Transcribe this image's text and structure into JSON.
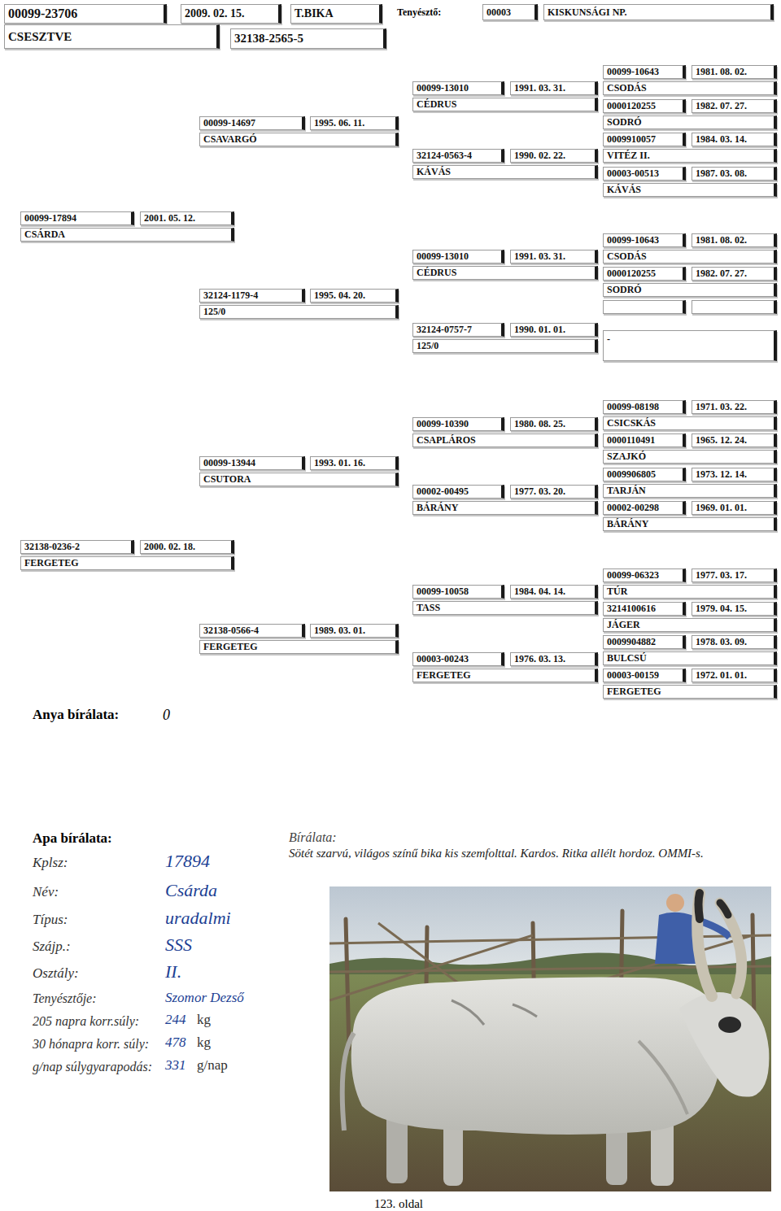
{
  "diagram": {
    "nodes": [
      {
        "text": [
          "00099-23706"
        ]
      },
      {
        "text": [
          "2009. 02. 15."
        ]
      },
      {
        "text": [
          "T.BIKA"
        ]
      },
      {
        "text": [
          "00003"
        ]
      },
      {
        "text": [
          "KISKUNSÁGI NP."
        ]
      },
      {
        "text": [
          "CSESZTVE"
        ]
      },
      {
        "text": [
          "32138-2565-5"
        ]
      },
      {
        "text": [
          "00099-17894",
          "2001. 05. 12.",
          "CSÁRDA"
        ]
      },
      {
        "text": [
          "00099-14697",
          "1995. 06. 11.",
          "CSAVARGÓ"
        ]
      },
      {
        "text": [
          "00099-13010",
          "1991. 03. 31.",
          "CÉDRUS"
        ]
      },
      {
        "text": [
          "00099-10643",
          "1981. 08. 02.",
          "CSODÁS"
        ]
      },
      {
        "text": [
          "0000120255",
          "1982. 07. 27.",
          "SODRÓ"
        ]
      },
      {
        "text": [
          "32124-0563-4",
          "1990. 02. 22.",
          "KÁVÁS"
        ]
      },
      {
        "text": [
          "0009910057",
          "1984. 03. 14.",
          "VITÉZ II."
        ]
      },
      {
        "text": [
          "00003-00513",
          "1987. 03. 08.",
          "KÁVÁS"
        ]
      },
      {
        "text": [
          "32124-1179-4",
          "1995. 04. 20.",
          "125/0"
        ]
      },
      {
        "text": [
          "00099-13010",
          "1991. 03. 31.",
          "CÉDRUS"
        ]
      },
      {
        "text": [
          "00099-10643",
          "1981. 08. 02.",
          "CSODÁS"
        ]
      },
      {
        "text": [
          "0000120255",
          "1982. 07. 27.",
          "SODRÓ"
        ]
      },
      {
        "text": [
          "32124-0757-7",
          "1990. 01. 01.",
          "125/0"
        ]
      },
      {
        "text": [
          "-"
        ]
      },
      {
        "text": [
          "32138-0236-2",
          "2000. 02. 18.",
          "FERGETEG"
        ]
      },
      {
        "text": [
          "00099-13944",
          "1993. 01. 16.",
          "CSUTORA"
        ]
      },
      {
        "text": [
          "00099-10390",
          "1980. 08. 25.",
          "CSAPLÁROS"
        ]
      },
      {
        "text": [
          "00099-08198",
          "1971. 03. 22.",
          "CSICSKÁS"
        ]
      },
      {
        "text": [
          "0000110491",
          "1965. 12. 24.",
          "SZAJKÓ"
        ]
      },
      {
        "text": [
          "00002-00495",
          "1977. 03. 20.",
          "BÁRÁNY"
        ]
      },
      {
        "text": [
          "0009906805",
          "1973. 12. 14.",
          "TARJÁN"
        ]
      },
      {
        "text": [
          "00002-00298",
          "1969. 01. 01.",
          "BÁRÁNY"
        ]
      },
      {
        "text": [
          "32138-0566-4",
          "1989. 03. 01.",
          "FERGETEG"
        ]
      },
      {
        "text": [
          "00099-10058",
          "1984. 04. 14.",
          "TASS"
        ]
      },
      {
        "text": [
          "00099-06323",
          "1977. 03. 17.",
          "TÚR"
        ]
      },
      {
        "text": [
          "3214100616",
          "1979. 04. 15.",
          "JÁGER"
        ]
      },
      {
        "text": [
          "00003-00243",
          "1976. 03. 13.",
          "FERGETEG"
        ]
      },
      {
        "text": [
          "0009904882",
          "1978. 03. 09.",
          "BULCSÚ"
        ]
      },
      {
        "text": [
          "00003-00159",
          "1972. 01. 01.",
          "FERGETEG"
        ]
      }
    ],
    "labels": [
      "Tenyésztő:",
      "Anya bírálata:",
      "0",
      "Apa bírálata:",
      "Kplsz:",
      "17894",
      "Név:",
      "Csárda",
      "Típus:",
      "uradalmi",
      "Szájp.:",
      "SSS",
      "Osztály:",
      "II.",
      "Tenyésztője:",
      "Szomor Dezső",
      "205 napra korr.súly:",
      "244",
      "kg",
      "30 hónapra korr. súly:",
      "478",
      "kg",
      "g/nap súlygyarapodás:",
      "331",
      "g/nap",
      "Bírálata:",
      "Sötét szarvú, világos színű bika kis szemfolttal. Kardos. Ritka allélt hordoz. OMMI-s.",
      "123. oldal"
    ]
  }
}
